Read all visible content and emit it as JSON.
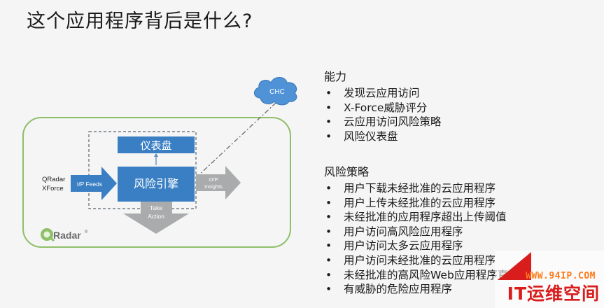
{
  "title": "这个应用程序背后是什么?",
  "diagram": {
    "cloud_label": "CHC",
    "dashboard_label": "仪表盘",
    "engine_label": "风险引擎",
    "input_source_line1": "QRadar",
    "input_source_line2": "XForce",
    "input_arrow_label": "I/P Feeds",
    "output_arrow_line1": "O/P",
    "output_arrow_line2": "Insights",
    "action_line1": "Take",
    "action_line2": "Action",
    "logo_text": "Radar",
    "logo_mark": "®"
  },
  "capabilities": {
    "heading": "能力",
    "bullet": "•",
    "items": [
      "发现云应用访问",
      "X-Force威胁评分",
      "云应用访问风险策略",
      "风险仪表盘"
    ]
  },
  "policies": {
    "heading": "风险策略",
    "bullet": "•",
    "items": [
      "用户下载未经批准的云应用程序",
      "用户上传未经批准的云应用程序",
      "未经批准的应用程序超出上传阈值",
      "用户访问高风险应用程序",
      "用户访问太多云应用程序",
      "用户访问未经批准的云应用程序",
      "未经批准的高风险Web应用程序直",
      "有威胁的危险应用程序"
    ]
  },
  "watermark": {
    "url": "WWW.94IP.COM",
    "name": "IT运维空间"
  },
  "colors": {
    "green_frame": "#8fbf6a",
    "blue_box": "#3a7fc4",
    "grey_arrow": "#a9abad",
    "cloud": "#4f93d6",
    "watermark_red": "#d91c1c",
    "watermark_orange": "#ff7a1a"
  }
}
